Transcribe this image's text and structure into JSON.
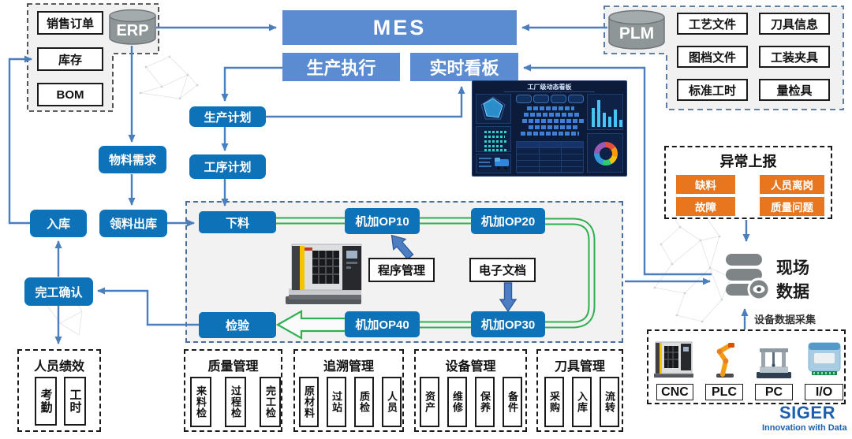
{
  "colors": {
    "cornflower_blue": "#5b8bd0",
    "deep_blue": "#0e72b9",
    "orange": "#e8761f",
    "flow_green": "#2eb050",
    "connector_blue": "#4a7ebd",
    "brand_blue": "#1b5fae"
  },
  "erp_group": {
    "db_label": "ERP",
    "items": [
      "销售订单",
      "库存",
      "BOM"
    ]
  },
  "plm_group": {
    "db_label": "PLM",
    "items": [
      "工艺文件",
      "刀具信息",
      "图档文件",
      "工装夹具",
      "标准工时",
      "量检具"
    ]
  },
  "mes": {
    "label": "MES",
    "exec_label": "生产执行",
    "board_label": "实时看板"
  },
  "plan_flow": {
    "production_plan": "生产计划",
    "process_plan": "工序计划",
    "material_req": "物料需求",
    "material_issue": "领料出库",
    "warehouse_in": "入库",
    "completion_confirm": "完工确认"
  },
  "process_area": {
    "blanking": "下料",
    "op10": "机加OP10",
    "op20": "机加OP20",
    "op30": "机加OP30",
    "op40": "机加OP40",
    "inspection": "检验",
    "program_mgmt": "程序管理",
    "e_doc": "电子文档"
  },
  "exception": {
    "title": "异常上报",
    "items": [
      "缺料",
      "人员离岗",
      "故障",
      "质量问题"
    ]
  },
  "field_data": {
    "title_line1": "现场",
    "title_line2": "数据",
    "collect_label": "设备数据采集"
  },
  "device_layer": {
    "labels": [
      "CNC",
      "PLC",
      "PC",
      "I/O"
    ]
  },
  "brand": {
    "name": "SIGER",
    "tagline": "Innovation with Data"
  },
  "management_boxes": [
    {
      "title": "人员绩效",
      "items": [
        "考勤",
        "工时"
      ]
    },
    {
      "title": "质量管理",
      "items": [
        "来料检",
        "过程检",
        "完工检"
      ]
    },
    {
      "title": "追溯管理",
      "items": [
        "原材料",
        "过站",
        "质检",
        "人员"
      ]
    },
    {
      "title": "设备管理",
      "items": [
        "资产",
        "维修",
        "保养",
        "备件"
      ]
    },
    {
      "title": "刀具管理",
      "items": [
        "采购",
        "入库",
        "流转"
      ]
    }
  ],
  "dashboard": {
    "title": "工厂级动态看板"
  }
}
